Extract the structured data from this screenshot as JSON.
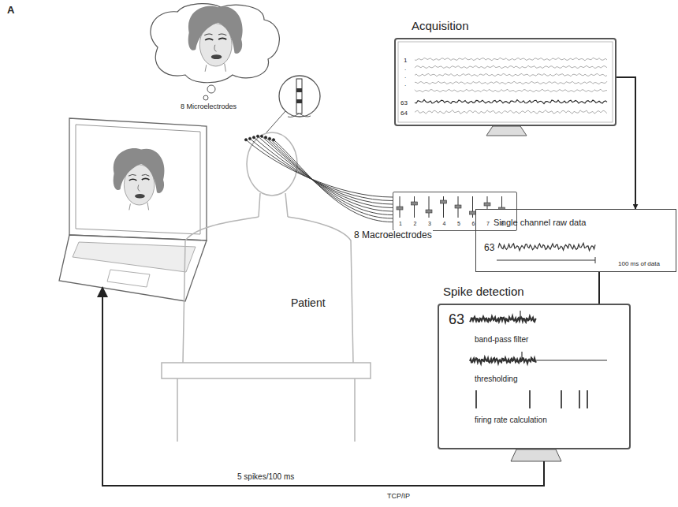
{
  "diagram": {
    "nodes": [
      {
        "text": [
          "Acquisition",
          "1",
          ".",
          ".",
          ".",
          "63",
          "64"
        ]
      },
      {
        "text": [
          "1",
          "2",
          "3",
          "4",
          "5",
          "6",
          "7",
          "8"
        ]
      },
      {
        "text": [
          "Single channel raw data",
          "63",
          "100 ms of data"
        ]
      },
      {
        "text": [
          "Spike detection",
          "63",
          "band-pass filter",
          "thresholding",
          "firing rate calculation"
        ]
      }
    ],
    "edges": [
      {
        "from": 0,
        "to": 2,
        "arrow": "to"
      },
      {
        "from": 2,
        "to": 3,
        "arrow": "none"
      }
    ],
    "labels": [
      "A",
      "8 Microelectrodes",
      "8 Macroelectrodes",
      "Patient",
      "5 spikes/100 ms",
      "TCP/IP"
    ]
  }
}
